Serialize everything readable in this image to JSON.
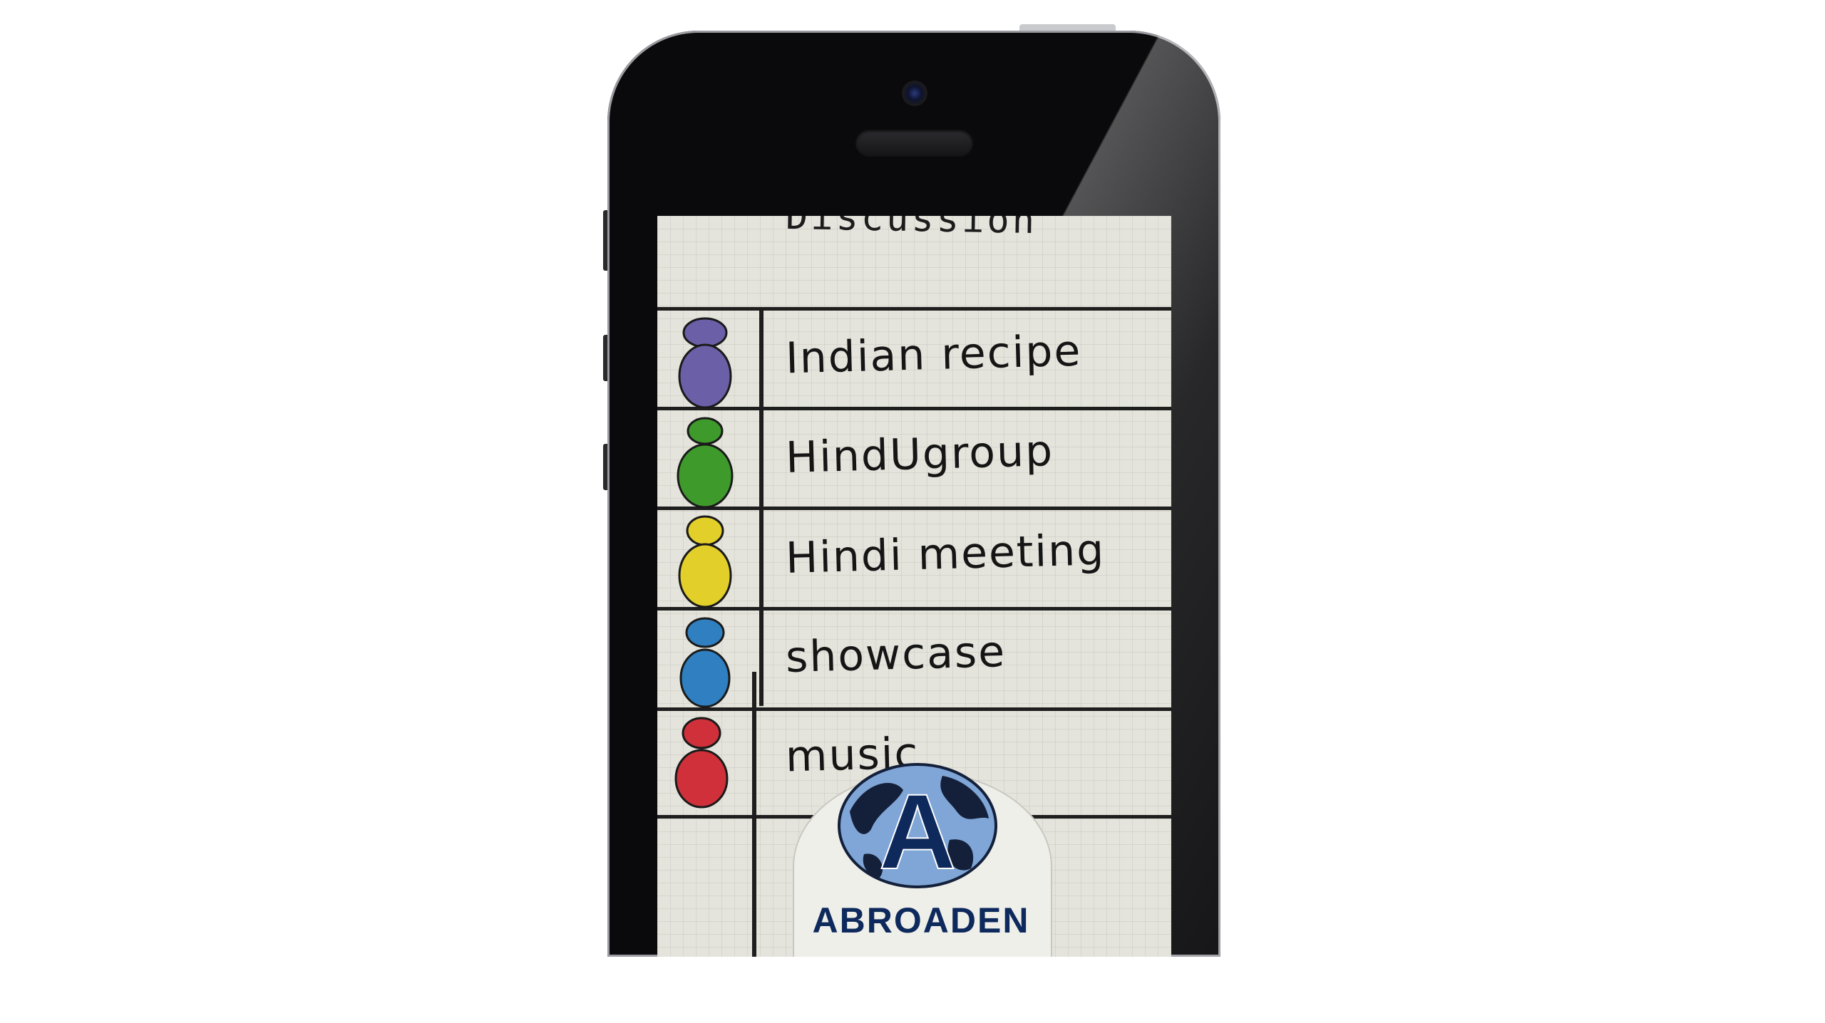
{
  "screen": {
    "title": "Discussion",
    "rows": [
      {
        "label": "Indian recipe",
        "avatar_color": "#6b5fa8"
      },
      {
        "label": "HindUgroup",
        "avatar_color": "#3f9a2c"
      },
      {
        "label": "Hindi meeting",
        "avatar_color": "#e3cf2a"
      },
      {
        "label": "showcase",
        "avatar_color": "#2f7fc1"
      },
      {
        "label": "music",
        "avatar_color": "#d0303a"
      }
    ],
    "logo": {
      "letter": "A",
      "text": "ABROADEN"
    }
  },
  "colors": {
    "phone_body": "#0a0a0c",
    "paper": "#e4e4dc",
    "ink": "#1e1e1e",
    "logo_navy": "#0e2a5c",
    "globe_blue": "#7fa6d6"
  }
}
